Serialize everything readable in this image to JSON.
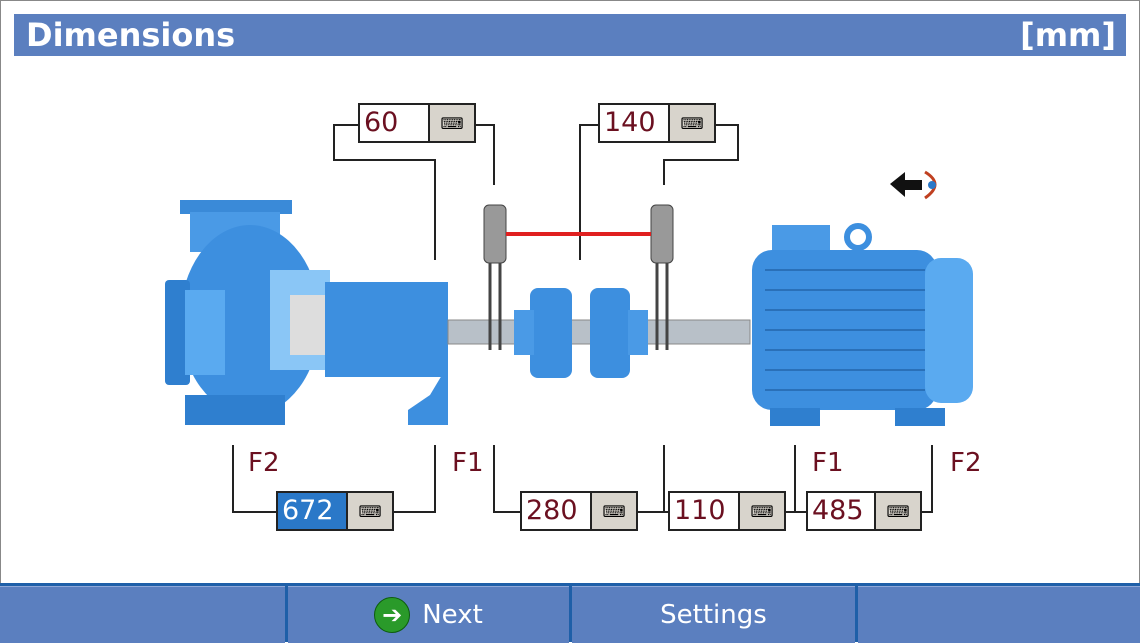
{
  "header": {
    "title": "Dimensions",
    "unit": "[mm]"
  },
  "fields": {
    "top_left": "60",
    "top_right": "140",
    "pump_feet": "672",
    "pump_to_coupling": "280",
    "coupling_span": "110",
    "motor_front": "485"
  },
  "labels": {
    "pump_f2": "F2",
    "pump_f1": "F1",
    "motor_f1": "F1",
    "motor_f2": "F2"
  },
  "buttons": {
    "next": "Next",
    "settings": "Settings"
  },
  "colors": {
    "header": "#5b7fbf",
    "selected": "#2a78c8",
    "laser": "#e02020"
  }
}
